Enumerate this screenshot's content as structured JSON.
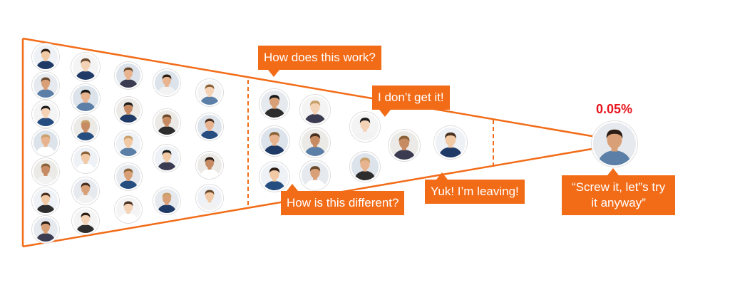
{
  "colors": {
    "accent": "#f26c18",
    "percent": "#e8141c",
    "bubble_text": "#ffffff"
  },
  "conversion_rate": "0.05%",
  "bubbles": {
    "how_does_this_work": "How does this work?",
    "dont_get_it": "I don’t get it!",
    "how_different": "How is this different?",
    "yuk_leaving": "Yuk! I’m leaving!",
    "screw_it_line1": "“Screw it, let”s try",
    "screw_it_line2": "it anyway”"
  }
}
